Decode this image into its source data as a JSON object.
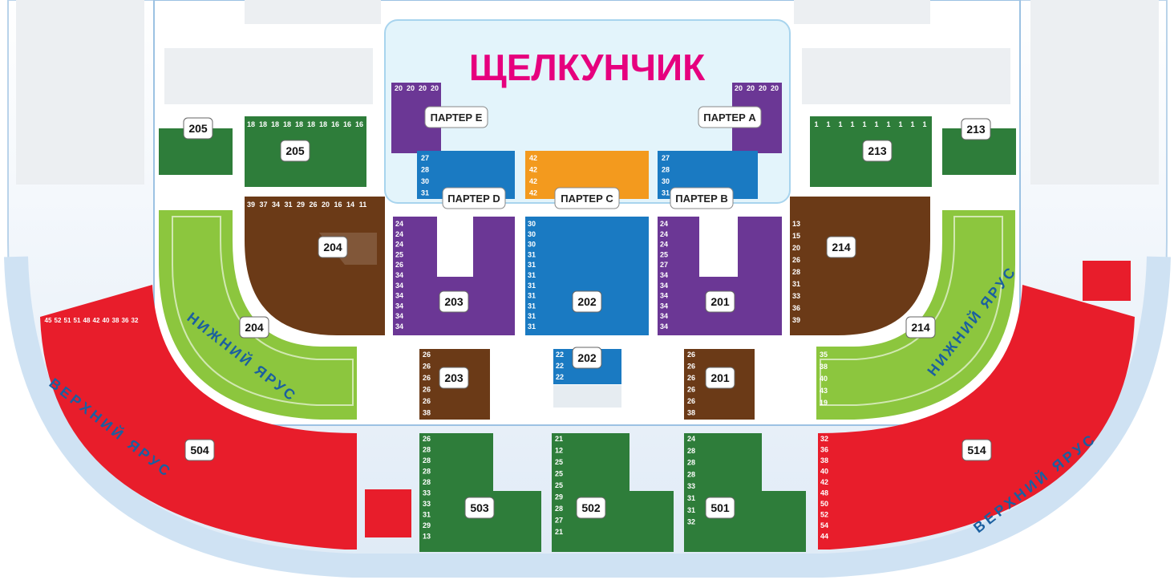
{
  "brand": "ЩЕЛКУНЧИК",
  "colors": {
    "red": "#e81d2b",
    "green_dark": "#2e7d3a",
    "green_light": "#8cc63e",
    "brown": "#6b3a17",
    "purple": "#6b3795",
    "blue": "#1a7ac2",
    "orange": "#f39a1e",
    "magenta": "#e6007e",
    "stage": "#e3f4fb",
    "band": "#cfe2f3"
  },
  "tiers": {
    "lower_left": "НИЖНИЙ ЯРУС",
    "lower_right": "НИЖНИЙ ЯРУС",
    "upper_left": "ВЕРХНИЙ ЯРУС",
    "upper_right": "ВЕРХНИЙ ЯРУС"
  },
  "parterre": {
    "e": "ПАРТЕР Е",
    "a": "ПАРТЕР А",
    "d": "ПАРТЕР D",
    "c": "ПАРТЕР С",
    "b": "ПАРТЕР В"
  },
  "sections": {
    "s205a": "205",
    "s205b": "205",
    "s213a": "213",
    "s213b": "213",
    "s204a": "204",
    "s204b": "204",
    "s214a": "214",
    "s214b": "214",
    "s203a": "203",
    "s203b": "203",
    "s202a": "202",
    "s202b": "202",
    "s201a": "201",
    "s201b": "201",
    "s504": "504",
    "s514": "514",
    "s503": "503",
    "s502": "502",
    "s501": "501"
  },
  "rows": {
    "e_top": [
      "20",
      "20",
      "20",
      "20"
    ],
    "a_top": [
      "20",
      "20",
      "20",
      "20"
    ],
    "d": [
      "27",
      "28",
      "30",
      "31"
    ],
    "c": [
      "42",
      "42",
      "42",
      "42"
    ],
    "b": [
      "27",
      "28",
      "30",
      "31"
    ],
    "g205": [
      "18",
      "18",
      "18",
      "18",
      "18",
      "18",
      "18",
      "16",
      "16",
      "16"
    ],
    "g213": [
      "1",
      "1",
      "1",
      "1",
      "1",
      "1",
      "1",
      "1",
      "1",
      "1"
    ],
    "b204": [
      "39",
      "37",
      "34",
      "31",
      "29",
      "26",
      "20",
      "16",
      "14",
      "11"
    ],
    "p203": [
      "24",
      "24",
      "24",
      "25",
      "26",
      "34",
      "34",
      "34",
      "34",
      "34",
      "34"
    ],
    "bl202": [
      "30",
      "30",
      "30",
      "31",
      "31",
      "31",
      "31",
      "31",
      "31",
      "31",
      "31"
    ],
    "p201": [
      "24",
      "24",
      "24",
      "25",
      "27",
      "34",
      "34",
      "34",
      "34",
      "34",
      "34"
    ],
    "b214": [
      "13",
      "15",
      "20",
      "26",
      "28",
      "31",
      "33",
      "36",
      "39"
    ],
    "l214": [
      "35",
      "38",
      "40",
      "43",
      "19"
    ],
    "r504": [
      "45",
      "52",
      "51",
      "51",
      "48",
      "42",
      "40",
      "38",
      "36",
      "32"
    ],
    "r514": [
      "32",
      "36",
      "38",
      "40",
      "42",
      "48",
      "50",
      "52",
      "54",
      "44"
    ],
    "g503": [
      "26",
      "28",
      "28",
      "28",
      "28",
      "33",
      "33",
      "31",
      "29",
      "13"
    ],
    "g502": [
      "21",
      "12",
      "25",
      "25",
      "25",
      "29",
      "28",
      "27",
      "21"
    ],
    "g501": [
      "24",
      "28",
      "28",
      "28",
      "33",
      "31",
      "31",
      "32"
    ],
    "br203": [
      "26",
      "26",
      "26",
      "26",
      "26",
      "38"
    ],
    "br201": [
      "26",
      "26",
      "26",
      "26",
      "26",
      "38"
    ],
    "bl202b": [
      "22",
      "22",
      "22"
    ]
  }
}
